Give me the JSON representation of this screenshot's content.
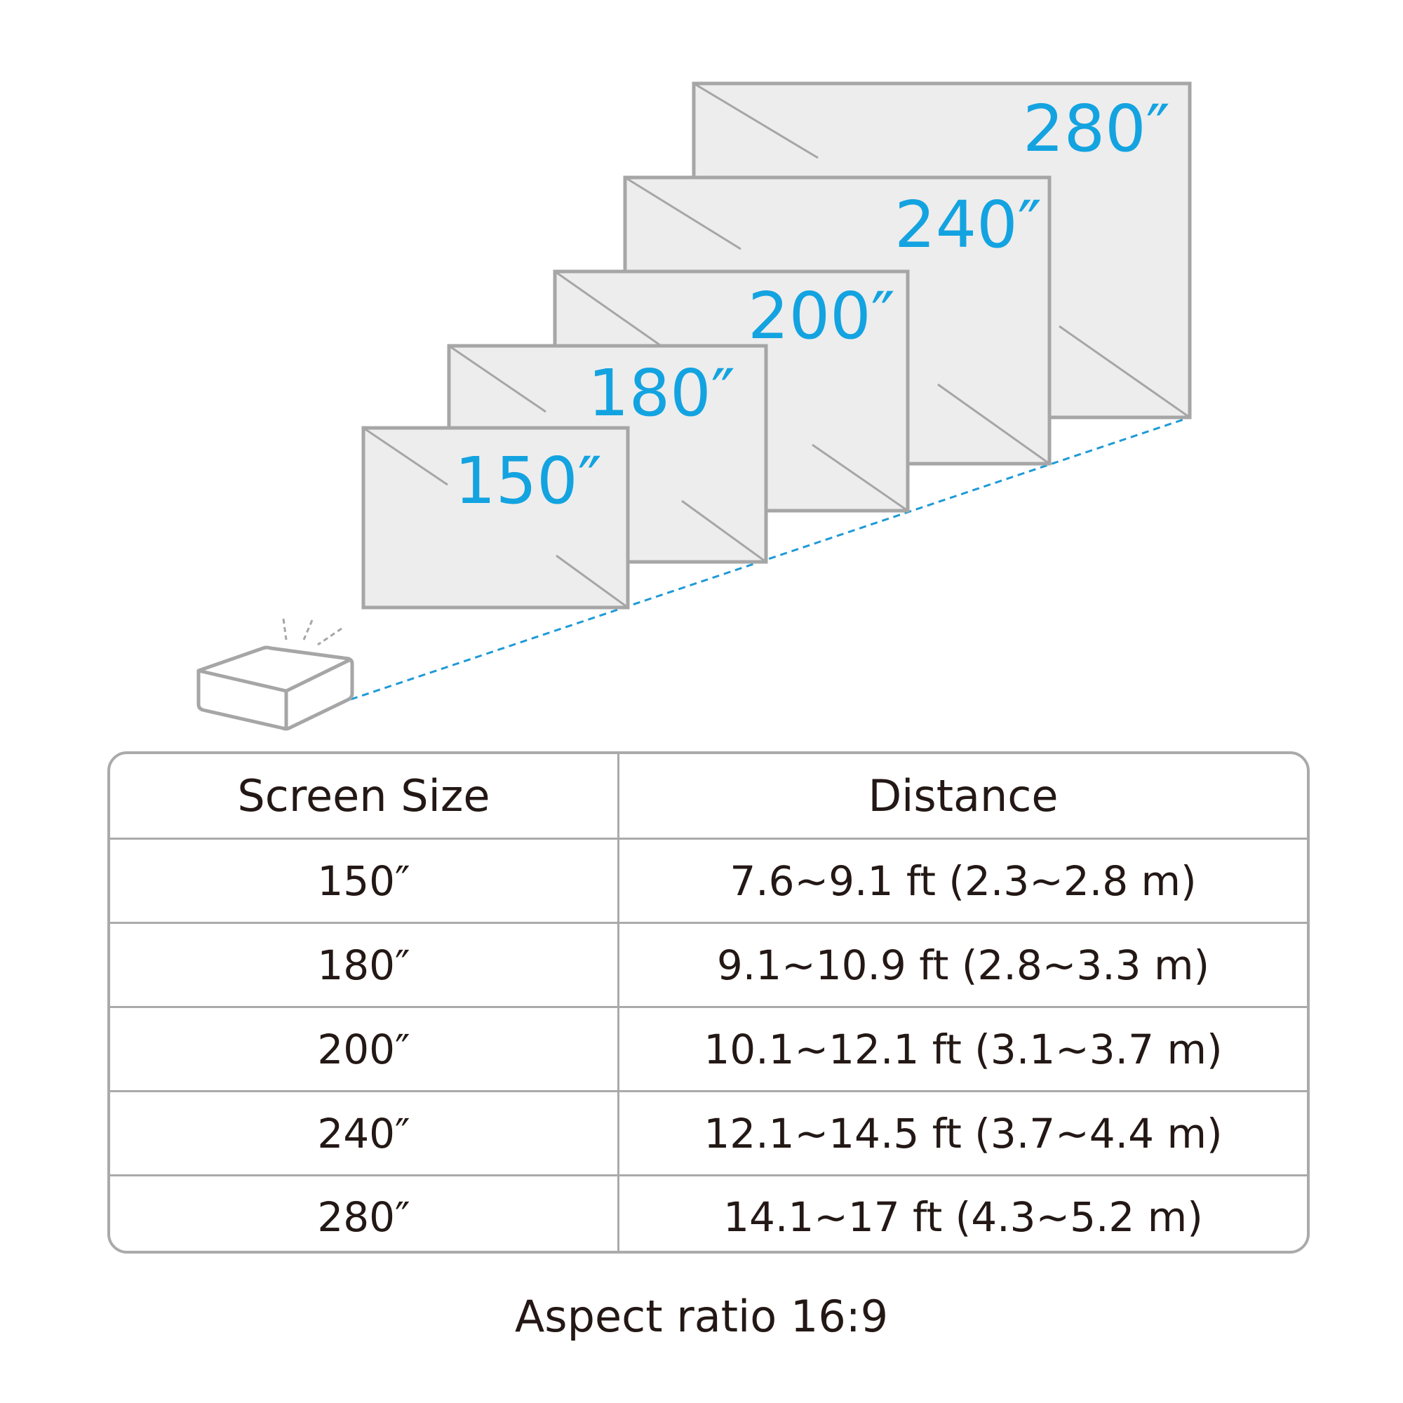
{
  "diagram": {
    "screen_labels": [
      "150″",
      "180″",
      "200″",
      "240″",
      "280″"
    ],
    "label_color": "#13a3e0",
    "screen_fill": "#ededed",
    "screen_border": "#a6a6a6",
    "beam_color": "#1e9ad6",
    "projector_icon": "projector-icon"
  },
  "table": {
    "headers": {
      "screen_size": "Screen Size",
      "distance": "Distance"
    },
    "rows": [
      {
        "size": "150″",
        "distance": "7.6~9.1 ft (2.3~2.8 m)"
      },
      {
        "size": "180″",
        "distance": "9.1~10.9 ft (2.8~3.3 m)"
      },
      {
        "size": "200″",
        "distance": "10.1~12.1 ft (3.1~3.7 m)"
      },
      {
        "size": "240″",
        "distance": "12.1~14.5 ft (3.7~4.4 m)"
      },
      {
        "size": "280″",
        "distance": "14.1~17 ft (4.3~5.2 m)"
      }
    ]
  },
  "caption": "Aspect ratio 16:9"
}
